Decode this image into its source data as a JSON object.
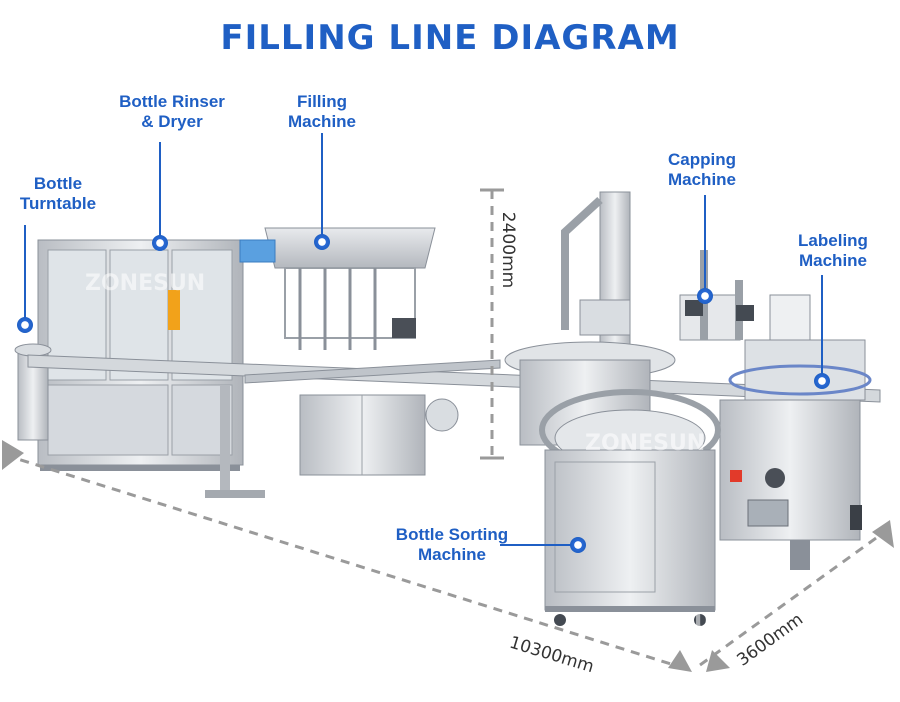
{
  "title": "FILLING LINE DIAGRAM",
  "colors": {
    "accent": "#1f5fc4",
    "machine": "#c9ccd1",
    "machine_dark": "#8a9099",
    "dimension": "#9a9a9a"
  },
  "components": [
    {
      "name": "turntable",
      "line1": "Bottle",
      "line2": "Turntable"
    },
    {
      "name": "rinser",
      "line1": "Bottle Rinser",
      "line2": "& Dryer"
    },
    {
      "name": "filling",
      "line1": "Filling",
      "line2": "Machine"
    },
    {
      "name": "capping",
      "line1": "Capping",
      "line2": "Machine"
    },
    {
      "name": "labeling",
      "line1": "Labeling",
      "line2": "Machine"
    },
    {
      "name": "sorting",
      "line1": "Bottle Sorting",
      "line2": "Machine"
    }
  ],
  "dimensions": {
    "height": "2400mm",
    "length": "10300mm",
    "width": "3600mm"
  },
  "watermark": "ZONESUN"
}
